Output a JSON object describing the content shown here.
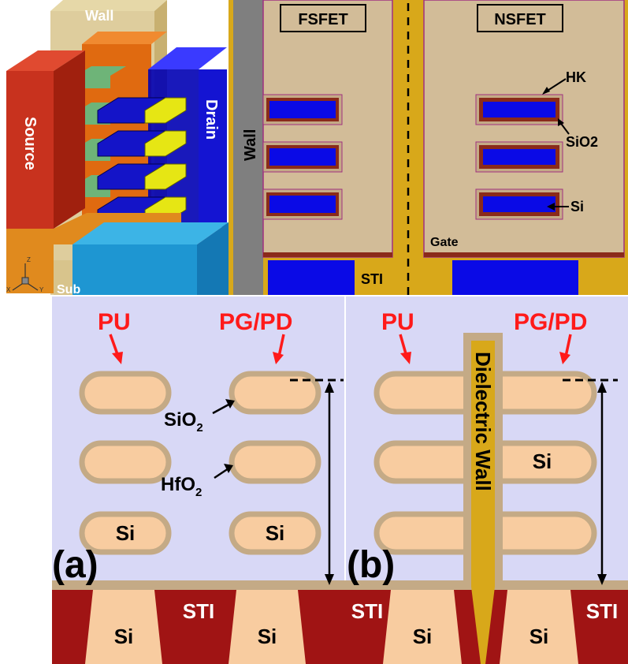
{
  "panel_3d": {
    "wall": "Wall",
    "source": "Source",
    "drain": "Drain",
    "sub": "Sub",
    "axes": {
      "z": "Z",
      "x": "X",
      "y": "Y"
    }
  },
  "panel_cross": {
    "wall": "Wall",
    "fsfet": "FSFET",
    "nsfet": "NSFET",
    "hk": "HK",
    "sio2": "SiO2",
    "si": "Si",
    "gate": "Gate",
    "sti": "STI"
  },
  "panel_a": {
    "letter": "(a)",
    "pu": "PU",
    "pgpd": "PG/PD",
    "sio": "SiO",
    "hfo": "HfO",
    "sub2": "2",
    "si": "Si",
    "sti": "STI"
  },
  "panel_b": {
    "letter": "(b)",
    "pu": "PU",
    "pgpd": "PG/PD",
    "wall": "Dielectric Wall",
    "si": "Si",
    "sti": "STI"
  },
  "colors": {
    "label_red": "#ff1a1a",
    "source": "#c8321e",
    "drain": "#1414d2",
    "wall_beige": "#d8c48c",
    "gate_tan": "#d2bc98",
    "channel_blue": "#0a0ae6",
    "sti_gold": "#d8a81a",
    "bg_lavender": "#d8d8f6",
    "oxide": "#c4aa86",
    "si_peach": "#f8cca0",
    "sti_maroon": "#a01414",
    "yellow_sheet": "#e6e614",
    "green_sheet": "#6eb478"
  }
}
